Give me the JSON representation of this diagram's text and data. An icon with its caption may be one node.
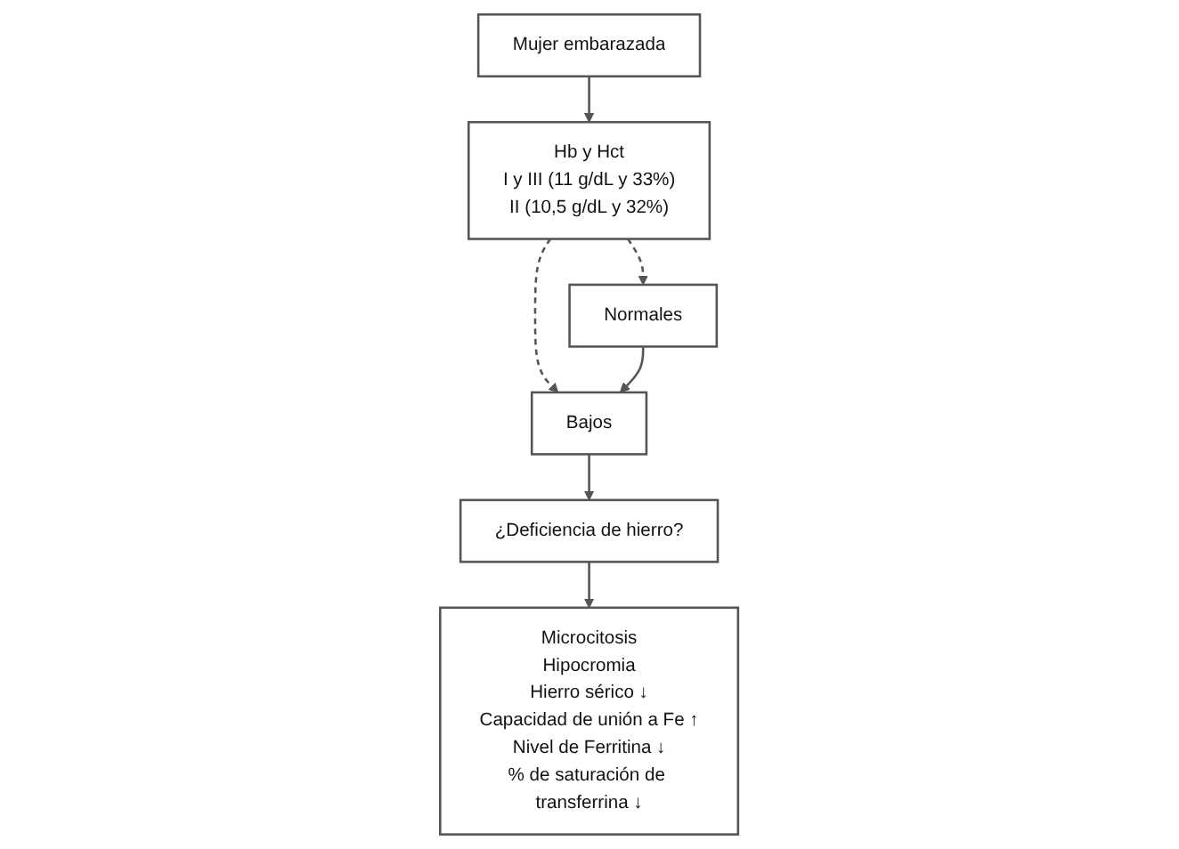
{
  "diagram": {
    "nodes": [
      {
        "text": [
          "Mujer embarazada"
        ]
      },
      {
        "text": [
          "Hb y Hct",
          "I y III (11 g/dL y 33%)",
          "II (10,5 g/dL y 32%)"
        ]
      },
      {
        "text": [
          "Bajos"
        ]
      },
      {
        "text": [
          "Normales"
        ]
      },
      {
        "text": [
          "¿Deficiencia de hierro?"
        ]
      },
      {
        "text": [
          "Microcitosis",
          "Hipocromia",
          "Hierro sérico ↓",
          "Capacidad de unión a Fe ↑",
          "Nivel de Ferritina ↓",
          "% de saturación de transferrina ↓"
        ]
      }
    ],
    "edges": [
      {
        "from": 0,
        "to": 1,
        "arrow": "to"
      },
      {
        "from": 1,
        "to": 2,
        "arrow": "to",
        "style": "dashed"
      },
      {
        "from": 1,
        "to": 3,
        "arrow": "to",
        "style": "dashed"
      },
      {
        "from": 3,
        "to": 2,
        "arrow": "to"
      },
      {
        "from": 2,
        "to": 4,
        "arrow": "to"
      },
      {
        "from": 4,
        "to": 5,
        "arrow": "to"
      }
    ]
  }
}
